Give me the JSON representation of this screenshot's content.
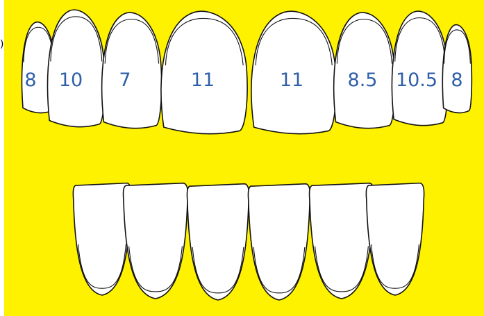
{
  "colors": {
    "background": "#fff200",
    "tooth_fill": "#ffffff",
    "outline": "#111111",
    "label": "#2e5fa8"
  },
  "edge_mark": ")",
  "upper_teeth": [
    {
      "id": "upper-tooth-1",
      "label": "8"
    },
    {
      "id": "upper-tooth-2",
      "label": "10"
    },
    {
      "id": "upper-tooth-3",
      "label": "7"
    },
    {
      "id": "upper-tooth-4",
      "label": "11"
    },
    {
      "id": "upper-tooth-5",
      "label": "11"
    },
    {
      "id": "upper-tooth-6",
      "label": "8.5"
    },
    {
      "id": "upper-tooth-7",
      "label": "10.5"
    },
    {
      "id": "upper-tooth-8",
      "label": "8"
    }
  ],
  "lower_teeth": [
    {
      "id": "lower-tooth-1"
    },
    {
      "id": "lower-tooth-2"
    },
    {
      "id": "lower-tooth-3"
    },
    {
      "id": "lower-tooth-4"
    },
    {
      "id": "lower-tooth-5"
    },
    {
      "id": "lower-tooth-6"
    }
  ]
}
